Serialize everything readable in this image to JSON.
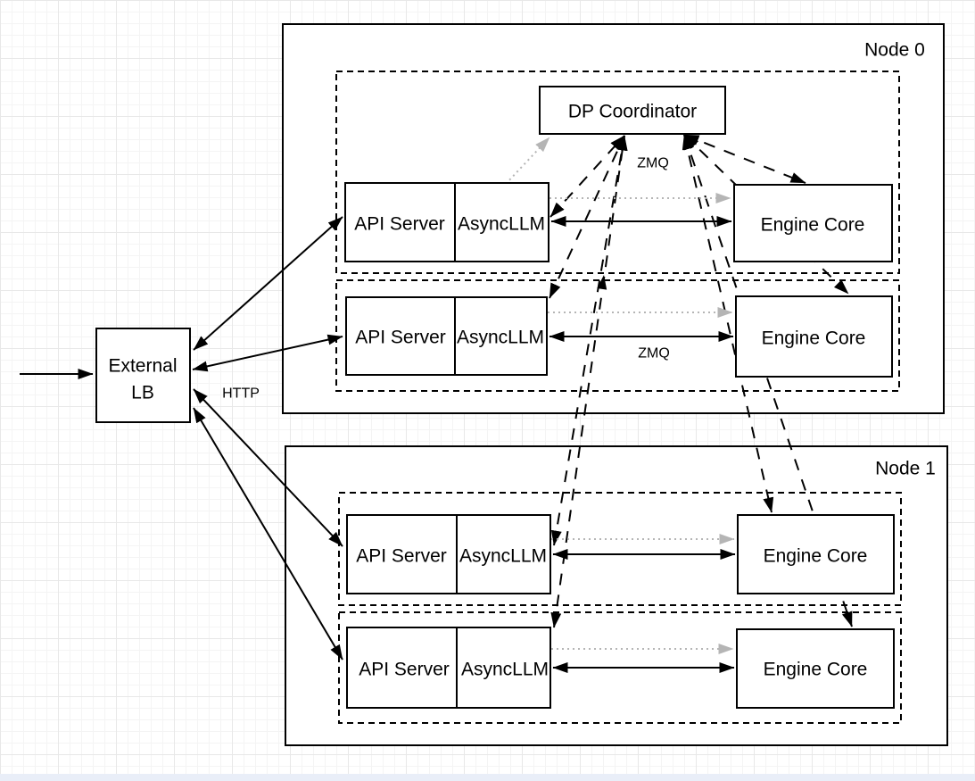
{
  "diagram": {
    "dp_coordinator": {
      "label": "DP Coordinator"
    },
    "external_lb": {
      "label": [
        "External",
        "LB"
      ]
    },
    "edge_labels": {
      "http": "HTTP",
      "zmq_coordinator": "ZMQ",
      "zmq_row2": "ZMQ"
    },
    "node0": {
      "title": "Node 0",
      "rows": [
        {
          "api": "API Server",
          "async": "AsyncLLM",
          "engine": "Engine Core"
        },
        {
          "api": "API Server",
          "async": "AsyncLLM",
          "engine": "Engine Core"
        }
      ]
    },
    "node1": {
      "title": "Node 1",
      "rows": [
        {
          "api": "API Server",
          "async": "AsyncLLM",
          "engine": "Engine Core"
        },
        {
          "api": "API Server",
          "async": "AsyncLLM",
          "engine": "Engine Core"
        }
      ]
    },
    "colors": {
      "line": "#000000",
      "muted_line": "#b5b5b5",
      "box_fill": "#ffffff",
      "grid_minor": "#f4f4f4",
      "grid_major": "#e8e8e8"
    }
  }
}
